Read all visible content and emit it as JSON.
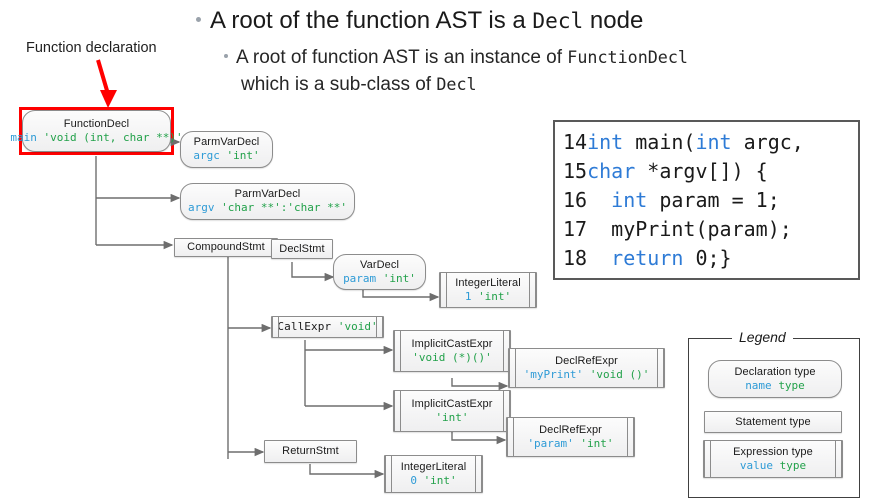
{
  "slide": {
    "bullet_primary": {
      "pre": "A root of the function AST is a ",
      "mono": "Decl",
      "post": " node"
    },
    "bullet_secondary": {
      "line1_pre": "A root of function AST is an instance of ",
      "line1_mono": "FunctionDecl",
      "line2_pre": "which is a sub-class of ",
      "line2_mono": "Decl"
    },
    "callout_label": "Function declaration"
  },
  "ast": {
    "nodes": [
      {
        "id": "functiondecl",
        "kind": "decl",
        "title": "FunctionDecl",
        "name": "main",
        "type": "'void (int, char **)'"
      },
      {
        "id": "parmvardecl-argc",
        "kind": "decl",
        "title": "ParmVarDecl",
        "name": "argc",
        "type": "'int'"
      },
      {
        "id": "parmvardecl-argv",
        "kind": "decl",
        "title": "ParmVarDecl",
        "name": "argv",
        "type": "'char **':'char **'"
      },
      {
        "id": "compoundstmt",
        "kind": "stmt",
        "title": "CompoundStmt",
        "name": "",
        "type": ""
      },
      {
        "id": "declstmt",
        "kind": "stmt",
        "title": "DeclStmt",
        "name": "",
        "type": ""
      },
      {
        "id": "vardecl-param",
        "kind": "decl",
        "title": "VarDecl",
        "name": "param",
        "type": "'int'"
      },
      {
        "id": "integerliteral-1",
        "kind": "expr",
        "title": "IntegerLiteral",
        "name": "1",
        "type": "'int'"
      },
      {
        "id": "callexpr",
        "kind": "expr",
        "title": "CallExpr",
        "name": "",
        "type": "'void'"
      },
      {
        "id": "implicitcast-fn",
        "kind": "expr",
        "title": "ImplicitCastExpr",
        "name": "",
        "type": "'void (*)()'"
      },
      {
        "id": "declrefexpr-myprint",
        "kind": "expr",
        "title": "DeclRefExpr",
        "name": "'myPrint'",
        "type": "'void ()'"
      },
      {
        "id": "implicitcast-int",
        "kind": "expr",
        "title": "ImplicitCastExpr",
        "name": "",
        "type": "'int'"
      },
      {
        "id": "declrefexpr-param",
        "kind": "expr",
        "title": "DeclRefExpr",
        "name": "'param'",
        "type": "'int'"
      },
      {
        "id": "returnstmt",
        "kind": "stmt",
        "title": "ReturnStmt",
        "name": "",
        "type": ""
      },
      {
        "id": "integerliteral-0",
        "kind": "expr",
        "title": "IntegerLiteral",
        "name": "0",
        "type": "'int'"
      }
    ]
  },
  "code": {
    "lines": [
      {
        "number": "14",
        "kw1": "int",
        "rest1": " main(",
        "kw2": "int",
        "rest2": " argc,"
      },
      {
        "number": "15",
        "kw1": "char",
        "rest1": " *argv[]) {",
        "kw2": "",
        "rest2": ""
      },
      {
        "number": "16",
        "kw1": "  int",
        "rest1": " param = 1;",
        "kw2": "",
        "rest2": ""
      },
      {
        "number": "17",
        "kw1": "",
        "rest1": "  myPrint(param);",
        "kw2": "",
        "rest2": ""
      },
      {
        "number": "18",
        "kw1": "  return",
        "rest1": " 0;}",
        "kw2": "",
        "rest2": ""
      }
    ]
  },
  "legend": {
    "title": "Legend",
    "items": [
      {
        "kind": "decl",
        "title": "Declaration type",
        "name": "name",
        "type": "type"
      },
      {
        "kind": "stmt",
        "title": "Statement type",
        "name": "",
        "type": ""
      },
      {
        "kind": "expr",
        "title": "Expression type",
        "name": "value",
        "type": "type"
      }
    ]
  },
  "colors": {
    "name_blue": "#2E9BD6",
    "type_green": "#22A14A",
    "callout_red": "#FF0000",
    "keyword_blue": "#2E7BD6"
  }
}
